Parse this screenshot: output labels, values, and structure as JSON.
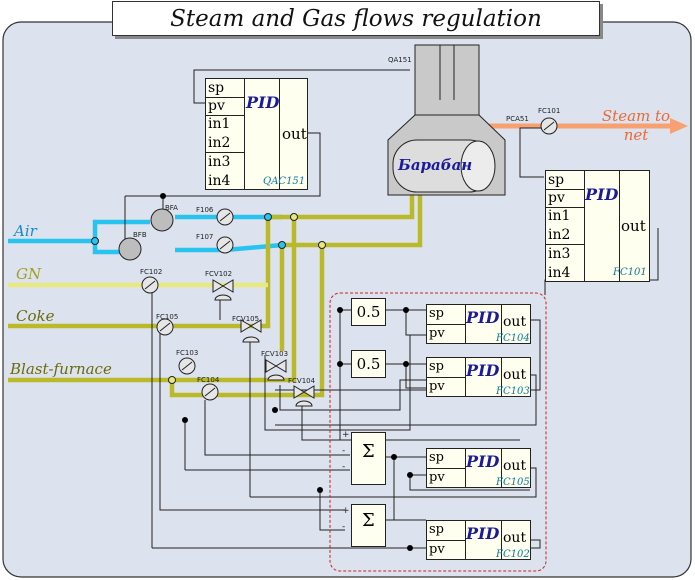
{
  "title": "Steam and Gas flows regulation",
  "drum_label": "Барабан",
  "steam_label": "Steam to net",
  "streams": {
    "air": "Air",
    "gn": "GN",
    "coke": "Coke",
    "blast": "Blast-furnace"
  },
  "pid_ports": [
    "sp",
    "pv",
    "in1",
    "in2",
    "in3",
    "in4"
  ],
  "small_ports": [
    "sp",
    "pv"
  ],
  "pid_name": "PID",
  "out_label": "out",
  "controllers": {
    "qac151": "QAC151",
    "fc101": "FC101",
    "fc104": "FC104",
    "fc103": "FC103",
    "fc105": "FC105",
    "fc102": "FC102"
  },
  "gains": {
    "g1": "0.5",
    "g2": "0.5"
  },
  "sum_symbol": "Σ",
  "sum_signs": {
    "plus": "+",
    "minus": "-"
  },
  "instruments": {
    "qa151": "QA151",
    "pca51": "PCA51",
    "fc101": "FC101",
    "bfa": "BFA",
    "bfb": "BFB",
    "f106": "F106",
    "f107": "F107",
    "fc102": "FC102",
    "fcv102": "FCV102",
    "fc105": "FC105",
    "fcv105": "FCV105",
    "fc103": "FC103",
    "fcv103": "FCV103",
    "fc104": "FC104",
    "fcv104": "FCV104"
  },
  "colors": {
    "air": "#29c3f0",
    "gas_gn": "#e8e880",
    "coke": "#b9b92a",
    "blast": "#c8c820",
    "steam": "#f7a173",
    "frame": "#dde3ee"
  }
}
